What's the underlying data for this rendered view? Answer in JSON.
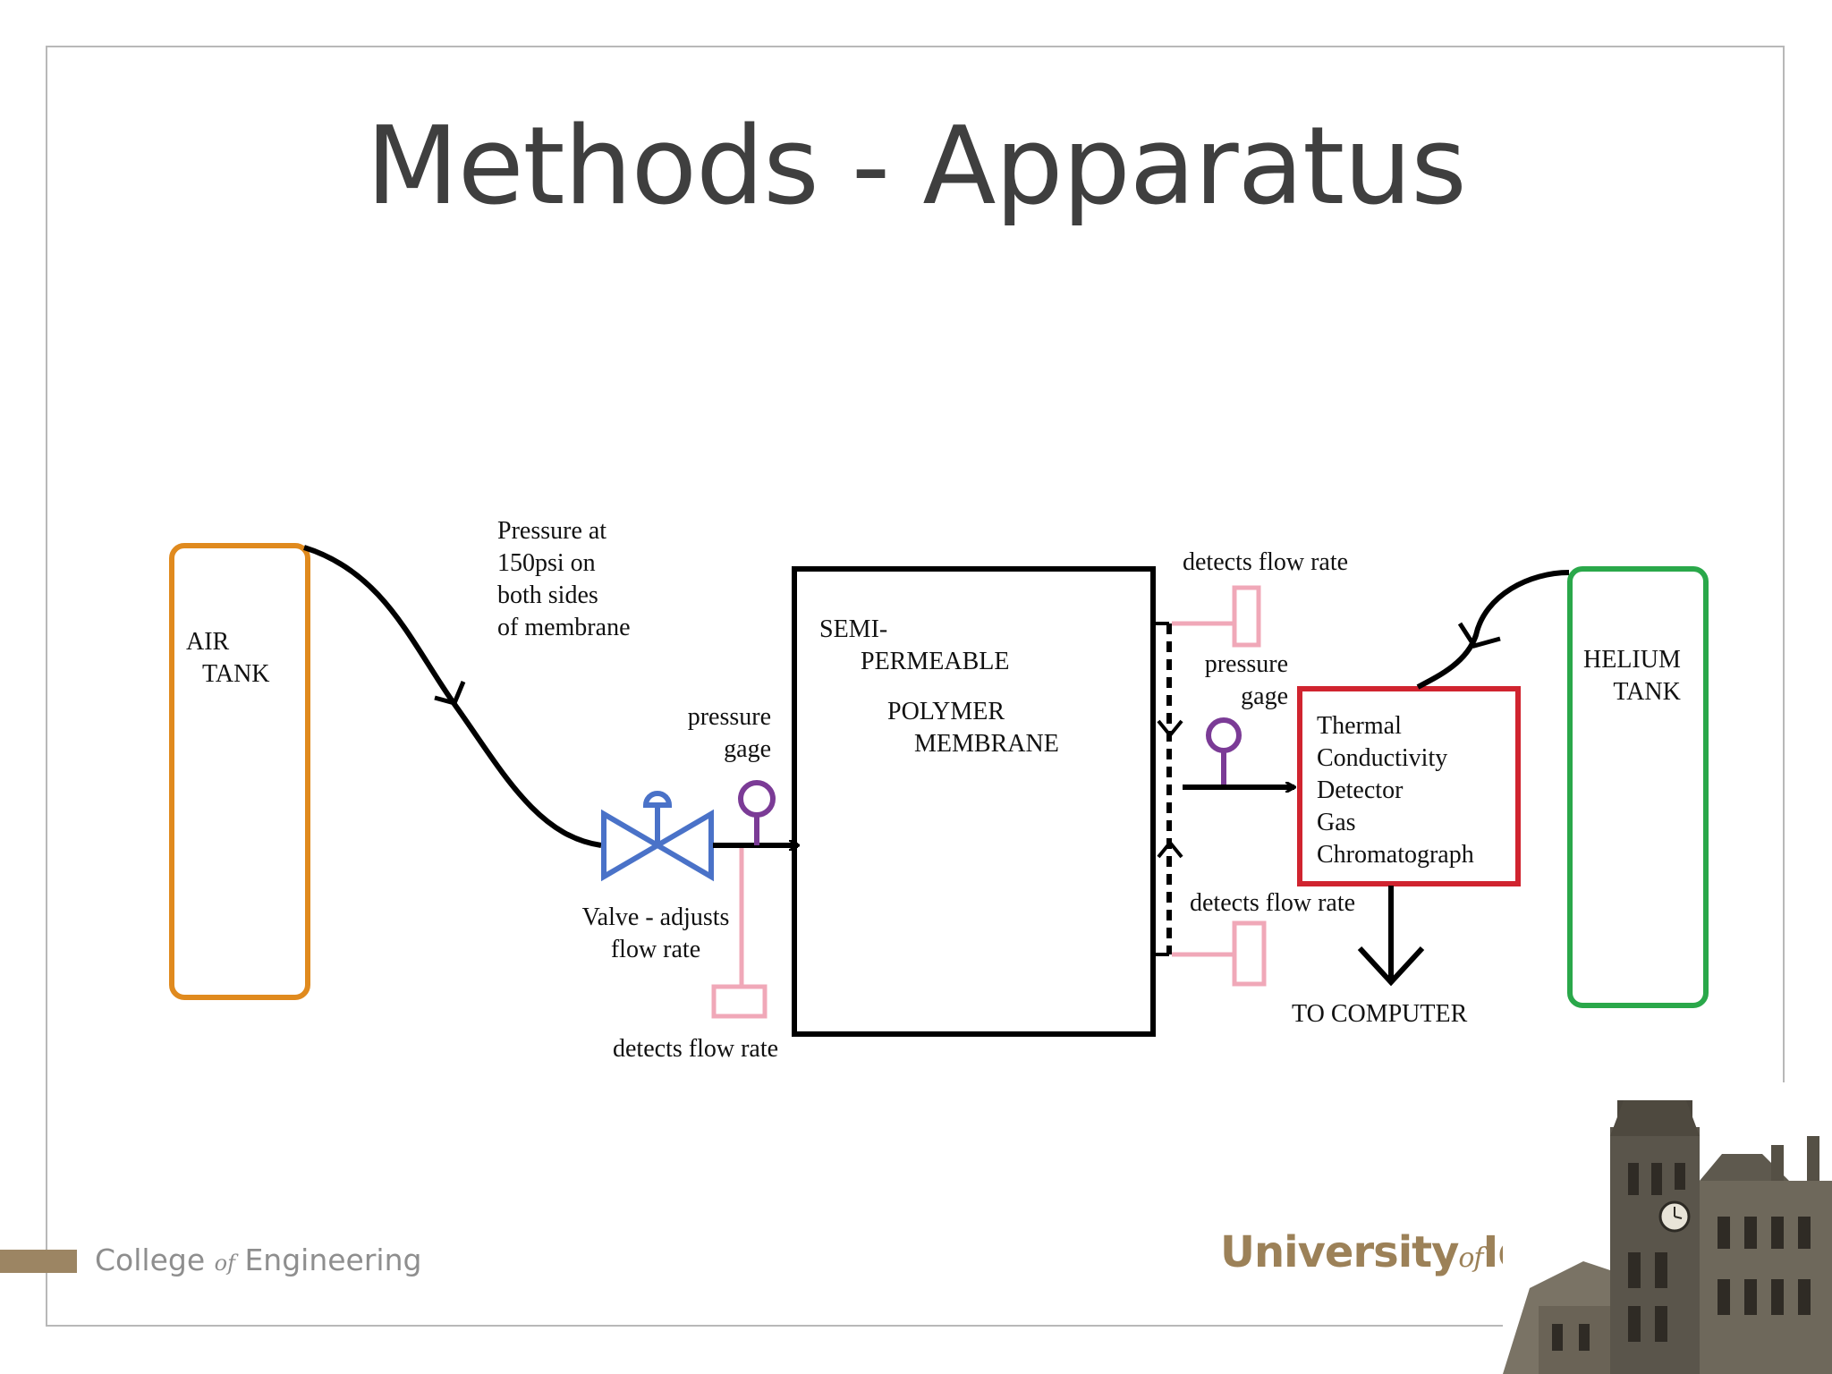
{
  "title": "Methods - Apparatus",
  "diagram": {
    "air_tank": [
      "AIR",
      "TANK"
    ],
    "helium_tank": [
      "HELIUM",
      "TANK"
    ],
    "pressure_note": [
      "Pressure at",
      "150psi on",
      "both sides",
      "of membrane"
    ],
    "membrane": [
      "SEMI-",
      "PERMEABLE",
      "POLYMER",
      "MEMBRANE"
    ],
    "valve_label": [
      "Valve - adjusts",
      "flow rate"
    ],
    "inlet_gage_label": [
      "pressure",
      "gage"
    ],
    "inlet_flow_label": "detects flow rate",
    "top_flow_label": "detects flow rate",
    "outlet_gage_label": [
      "pressure",
      "gage"
    ],
    "bottom_flow_label": "detects flow rate",
    "detector": [
      "Thermal",
      "Conductivity",
      "Detector",
      "Gas",
      "Chromatograph"
    ],
    "computer_label": "TO COMPUTER"
  },
  "footer": {
    "college_prefix": "College ",
    "college_of": "of",
    "college_suffix": " Engineering",
    "university_prefix": "University",
    "university_of": "of",
    "university_suffix": "Idaho"
  },
  "colors": {
    "air_tank": "#e08a1e",
    "helium_tank": "#2aa84a",
    "valve": "#4a72c8",
    "gage": "#7b3b96",
    "flow_sensor": "#f0a8b8",
    "detector": "#d0242f",
    "brand": "#9c8158"
  }
}
